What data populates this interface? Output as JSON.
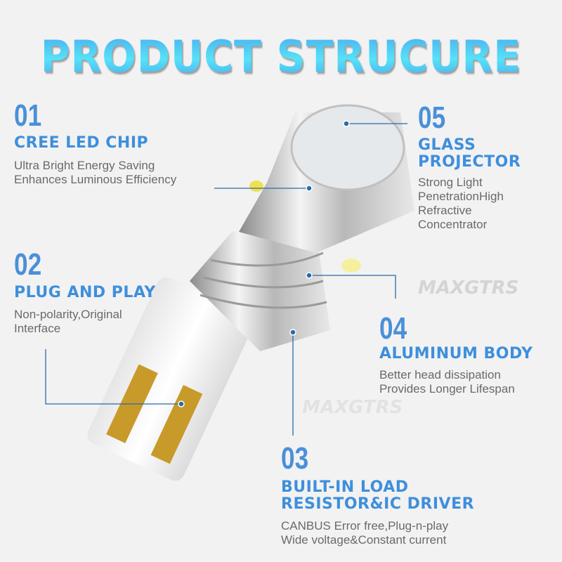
{
  "title": "PRODUCT STRUCURE",
  "watermark": "MAXGTRS",
  "features": [
    {
      "num": "01",
      "title": "CREE LED CHIP",
      "lines": [
        "Ultra Bright Energy Saving",
        "Enhances Luminous Efficiency"
      ]
    },
    {
      "num": "02",
      "title": "PLUG AND PLAY",
      "lines": [
        "Non-polarity,Original",
        "Interface"
      ]
    },
    {
      "num": "03",
      "title_lines": [
        "BUILT-IN LOAD",
        "RESISTOR&IC DRIVER"
      ],
      "lines": [
        "CANBUS Error free,Plug-n-play",
        "Wide voltage&Constant current"
      ]
    },
    {
      "num": "04",
      "title": "ALUMINUM BODY",
      "lines": [
        "Better head dissipation",
        "Provides Longer Lifespan"
      ]
    },
    {
      "num": "05",
      "title_lines": [
        "GLASS",
        "PROJECTOR"
      ],
      "lines": [
        "Strong Light",
        "PenetrationHigh",
        "Refractive",
        "Concentrator"
      ]
    }
  ],
  "colors": {
    "accent": "#3e8fdc",
    "line": "#2a6aa8"
  }
}
